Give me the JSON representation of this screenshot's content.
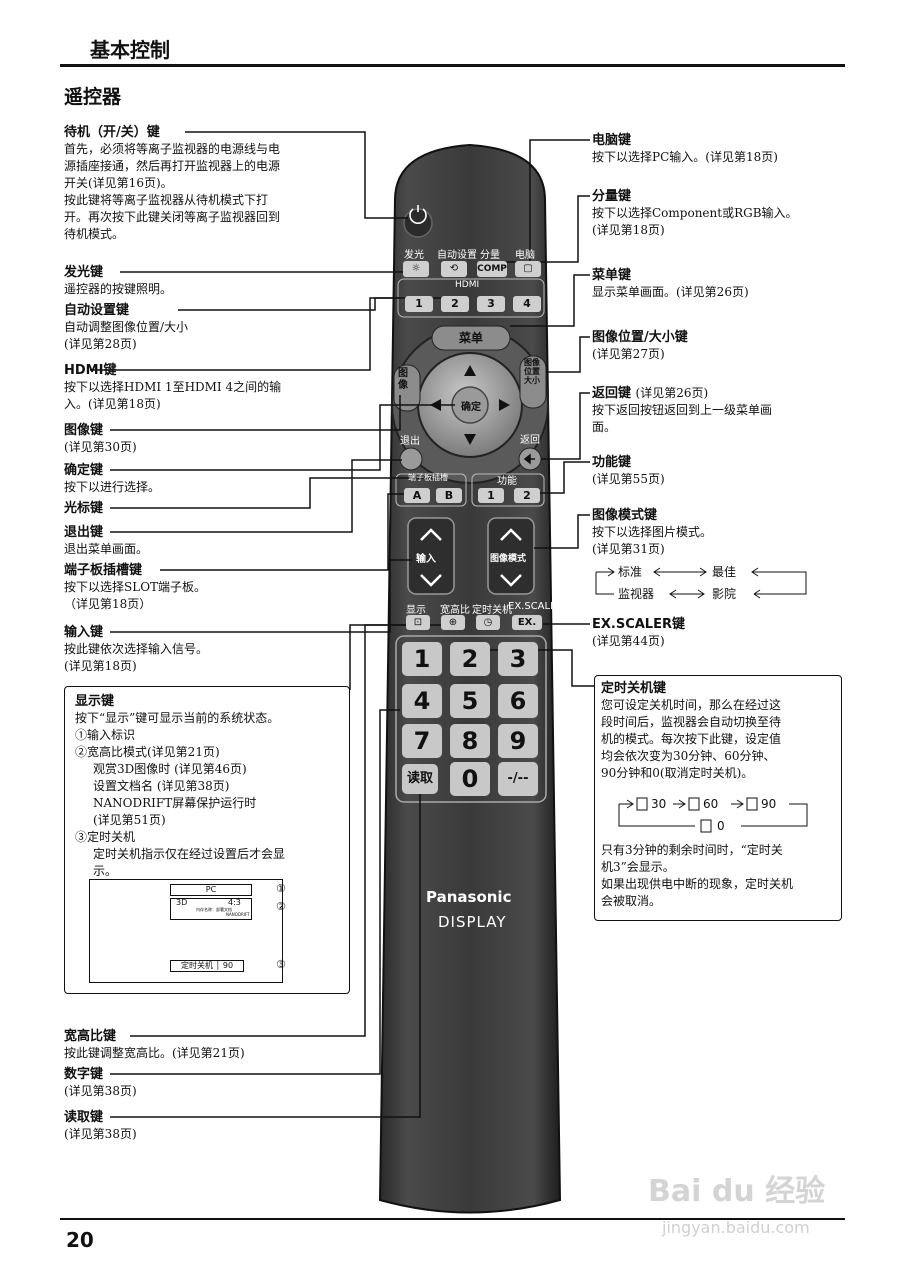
{
  "page": {
    "title": "基本控制",
    "section": "遥控器",
    "page_number": "20"
  },
  "left_labels": [
    {
      "id": "standby",
      "title": "待机（开/关）键",
      "desc": "首先，必须将等离子监视器的电源线与电\n源插座接通，然后再打开监视器上的电源\n开关(详见第16页)。\n按此键将等离子监视器从待机模式下打\n开。再次按下此键关闭等离子监视器回到\n待机模式。"
    },
    {
      "id": "light",
      "title": "发光键",
      "desc": "遥控器的按键照明。"
    },
    {
      "id": "autosetup",
      "title": "自动设置键",
      "desc": "自动调整图像位置/大小\n(详见第28页)"
    },
    {
      "id": "hdmi",
      "title": "HDMI键",
      "desc": "按下以选择HDMI 1至HDMI 4之间的输\n入。(详见第18页)"
    },
    {
      "id": "picture",
      "title": "图像键",
      "desc": "(详见第30页)"
    },
    {
      "id": "ok",
      "title": "确定键",
      "desc": "按下以进行选择。"
    },
    {
      "id": "cursor",
      "title": "光标键",
      "desc": ""
    },
    {
      "id": "exit",
      "title": "退出键",
      "desc": "退出菜单画面。"
    },
    {
      "id": "slot",
      "title": "端子板插槽键",
      "desc": "按下以选择SLOT端子板。\n（详见第18页）"
    },
    {
      "id": "input",
      "title": "输入键",
      "desc": "按此键依次选择输入信号。\n(详见第18页)"
    },
    {
      "id": "aspect",
      "title": "宽高比键",
      "desc": "按此键调整宽高比。(详见第21页)"
    },
    {
      "id": "numeric",
      "title": "数字键",
      "desc": "(详见第38页)"
    },
    {
      "id": "recall",
      "title": "读取键",
      "desc": "(详见第38页)"
    }
  ],
  "display_box": {
    "title": "显示键",
    "line1": "按下“显示”键可显示当前的系统状态。",
    "item1": "①输入标识",
    "item2": "②宽高比模式(详见第21页)",
    "item2_sub": "观赏3D图像时 (详见第46页)\n设置文档名 (详见第38页)\nNANODRIFT屏幕保护运行时\n(详见第51页)",
    "item3": "③定时关机",
    "item3_sub": "定时关机指示仅在经过设置后才会显\n示。",
    "screen_pc": "PC",
    "screen_3d": "3D",
    "screen_ratio": "4:3",
    "screen_small1": "内存名称：部署文档",
    "screen_small2": "NANODRIFT",
    "screen_timer": "定时关机 │ 90",
    "mark1": "①",
    "mark2": "②",
    "mark3": "③"
  },
  "right_labels": [
    {
      "id": "pc",
      "title": "电脑键",
      "desc": "按下以选择PC输入。(详见第18页)"
    },
    {
      "id": "component",
      "title": "分量键",
      "desc": "按下以选择Component或RGB输入。\n(详见第18页)"
    },
    {
      "id": "menu",
      "title": "菜单键",
      "desc": "显示菜单画面。(详见第26页)"
    },
    {
      "id": "possize",
      "title": "图像位置/大小键",
      "desc": "(详见第27页)"
    },
    {
      "id": "return",
      "title": "返回键",
      "title_note": "(详见第26页)",
      "desc": "按下返回按钮返回到上一级菜单画\n面。"
    },
    {
      "id": "function",
      "title": "功能键",
      "desc": "(详见第55页)"
    },
    {
      "id": "picmode",
      "title": "图像模式键",
      "desc": "按下以选择图片模式。\n(详见第31页)"
    },
    {
      "id": "exscaler",
      "title": "EX.SCALER键",
      "desc": "(详见第44页)"
    }
  ],
  "picmode_cycle": {
    "a": "标准",
    "b": "最佳",
    "c": "监视器",
    "d": "影院"
  },
  "timer_box": {
    "title": "定时关机键",
    "desc": "您可设定关机时间，那么在经过这\n段时间后，监视器会自动切换至待\n机的模式。每次按下此键，设定值\n均会依次变为30分钟、60分钟、\n90分钟和0(取消定时关机)。",
    "v30": "30",
    "v60": "60",
    "v90": "90",
    "v0": "0",
    "note": "只有3分钟的剩余时间时，“定时关\n机3”会显示。\n如果出现供电中断的现象，定时关机\n会被取消。"
  },
  "remote": {
    "power_icon": "power-icon",
    "row1": [
      "发光",
      "自动设置",
      "分量",
      "电脑"
    ],
    "row1_keys": [
      "☼",
      "⟲",
      "COMP",
      "▢"
    ],
    "hdmi_label": "HDMI",
    "hdmi_keys": [
      "1",
      "2",
      "3",
      "4"
    ],
    "menu": "菜单",
    "picture": "图像",
    "possize": "图像位置大小",
    "ok": "确定",
    "exit": "退出",
    "return": "返回",
    "slot_label": "端子板插槽",
    "slot_keys": [
      "A",
      "B"
    ],
    "func_label": "功能",
    "func_keys": [
      "1",
      "2"
    ],
    "input": "输入",
    "picmode": "图像模式",
    "bottom_labels": [
      "显示",
      "宽高比",
      "定时关机",
      "EX.SCALER"
    ],
    "bottom_keys": [
      "⊡",
      "⊕",
      "◷",
      "EX."
    ],
    "num_keys": [
      "1",
      "2",
      "3",
      "4",
      "5",
      "6",
      "7",
      "8",
      "9",
      "读取",
      "0",
      "-/--"
    ],
    "brand": "Panasonic",
    "brand_sub": "DISPLAY"
  },
  "watermark": {
    "main": "Bai  du 经验",
    "url": "jingyan.baidu.com"
  }
}
